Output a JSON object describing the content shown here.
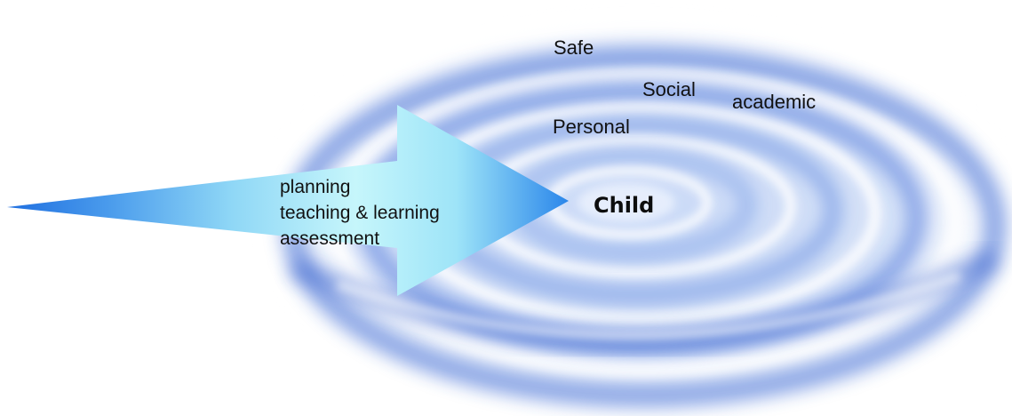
{
  "diagram": {
    "center_label": "Child",
    "ring_labels": {
      "safe": "Safe",
      "social": "Social",
      "academic": "academic",
      "personal": "Personal"
    },
    "arrow_lines": [
      "planning",
      "teaching & learning",
      "assessment"
    ],
    "colors": {
      "ripple_dark": "#2a56c9",
      "ripple_light": "#dfe9fb",
      "arrow_tip": "#1e7be6",
      "arrow_body": "#bff4fb"
    }
  }
}
